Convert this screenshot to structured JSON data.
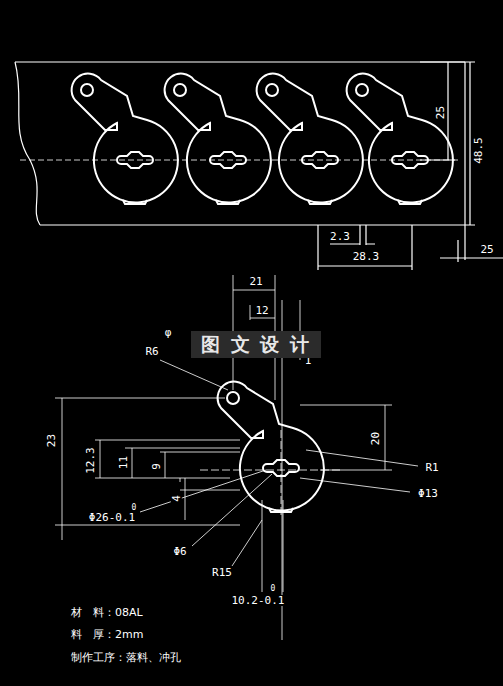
{
  "diagram": {
    "labels": [
      "25",
      "48.5",
      "2.3",
      "28.3",
      "25",
      "21",
      "12",
      "φ",
      "1",
      "R6",
      "23",
      "12.3",
      "11",
      "9",
      "4",
      "20",
      "R1",
      "Φ13",
      "Φ26-0.1",
      "0",
      "Φ6",
      "R15",
      "10.2-0.1",
      "0",
      "图 文 设 计",
      "材　料：08AL",
      "料　厚：2mm",
      "制作工序：落料、冲孔"
    ]
  }
}
